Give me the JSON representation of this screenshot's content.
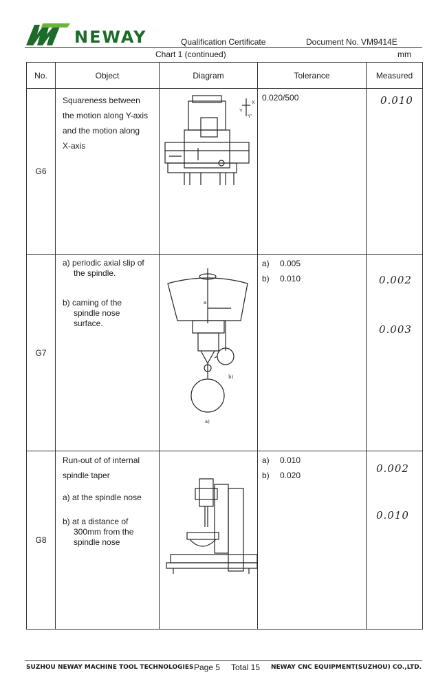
{
  "header": {
    "brand": "NEWAY",
    "title": "Qualification Certificate",
    "document_no": "Document No. VM9414E",
    "chart": "Chart 1 (continued)",
    "unit": "mm"
  },
  "table": {
    "columns": [
      "No.",
      "Object",
      "Diagram",
      "Tolerance",
      "Measured"
    ],
    "rows": [
      {
        "no": "G6",
        "object_lines": [
          "Squareness between",
          "the motion along Y-axis",
          "and the motion along",
          "X-axis"
        ],
        "tolerance": [
          "0.020/500"
        ],
        "measured": [
          "0.010"
        ],
        "diagram_labels": [
          "X",
          "Y",
          "Y'"
        ]
      },
      {
        "no": "G7",
        "object_items": [
          {
            "label": "a) periodic axial slip of",
            "cont": "the spindle."
          },
          {
            "label": "b) caming of the",
            "cont": "spindle nose surface."
          }
        ],
        "tolerance": [
          {
            "label": "a)",
            "value": "0.005"
          },
          {
            "label": "b)",
            "value": "0.010"
          }
        ],
        "measured": [
          "0.002",
          "0.003"
        ],
        "diagram_labels": [
          "a",
          "b)",
          "a)"
        ]
      },
      {
        "no": "G8",
        "object_lines": [
          "Run-out of of internal",
          "spindle taper"
        ],
        "object_items": [
          {
            "label": "a) at the spindle nose",
            "cont": ""
          },
          {
            "label": "b) at a distance of",
            "cont": "300mm from the spindle nose"
          }
        ],
        "tolerance": [
          {
            "label": "a)",
            "value": "0.010"
          },
          {
            "label": "b)",
            "value": "0.020"
          }
        ],
        "measured": [
          "0.002",
          "0.010"
        ]
      }
    ]
  },
  "footer": {
    "left": "SUZHOU NEWAY MACHINE TOOL TECHNOLOGIES",
    "page": "Page 5",
    "total": "Total 15",
    "right": "NEWAY CNC EQUIPMENT(SUZHOU) CO.,LTD."
  },
  "colors": {
    "brand_green": "#1d6b2a",
    "rule": "#333333"
  },
  "icons": {
    "logo": "neway-w-logo-icon"
  }
}
